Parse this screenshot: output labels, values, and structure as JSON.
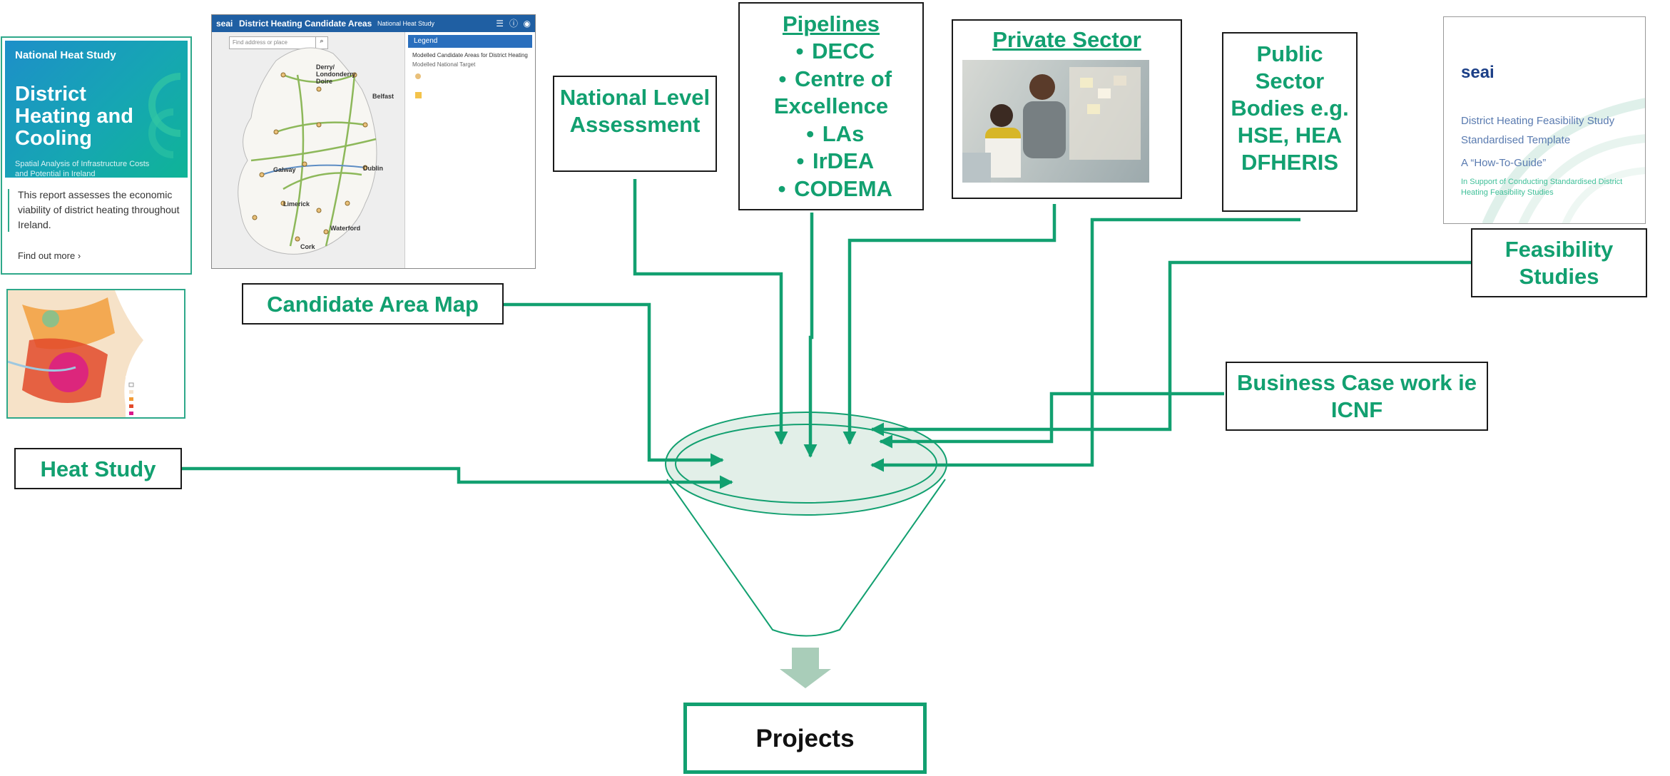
{
  "boxes": {
    "national_level_assessment": "National Level Assessment",
    "pipelines": {
      "title": "Pipelines",
      "items": [
        "DECC",
        "Centre of Excellence",
        "LAs",
        "IrDEA",
        "CODEMA"
      ]
    },
    "private_sector": "Private Sector",
    "public_sector": "Public Sector Bodies e.g. HSE, HEA DFHERIS",
    "feasibility_studies": "Feasibility Studies",
    "candidate_area_map": "Candidate Area Map",
    "business_case": "Business Case work ie ICNF",
    "heat_study": "Heat Study",
    "projects": "Projects"
  },
  "thumbnails": {
    "national_heat_study": {
      "kicker": "National Heat Study",
      "title": "District Heating and Cooling",
      "subtitle": "Spatial Analysis of Infrastructure Costs and Potential in Ireland",
      "description": "This report assesses the economic viability of district heating throughout Ireland.",
      "link": "Find out more"
    },
    "candidate_map": {
      "title": "District Heating Candidate Areas",
      "subtitle": "National Heat Study",
      "search_placeholder": "Find address or place",
      "legend_title": "Legend",
      "legend_text": "Modelled Candidate Areas for District Heating",
      "legend_sub": "Modelled National Target",
      "places": [
        "Derry/ Londonderry Doire",
        "Belfast",
        "Galway",
        "Dublin",
        "Limerick",
        "Waterford",
        "Cork"
      ]
    },
    "feasibility_guide": {
      "logo": "seai",
      "line1": "District Heating Feasibility Study",
      "line2": "Standardised Template",
      "line3": "A “How-To-Guide”",
      "line4": "In Support of Conducting Standardised District Heating Feasibility Studies"
    }
  },
  "colors": {
    "accent": "#12a070",
    "funnel_fill": "#e2efe8",
    "arrow_down": "#a9cdb9"
  }
}
